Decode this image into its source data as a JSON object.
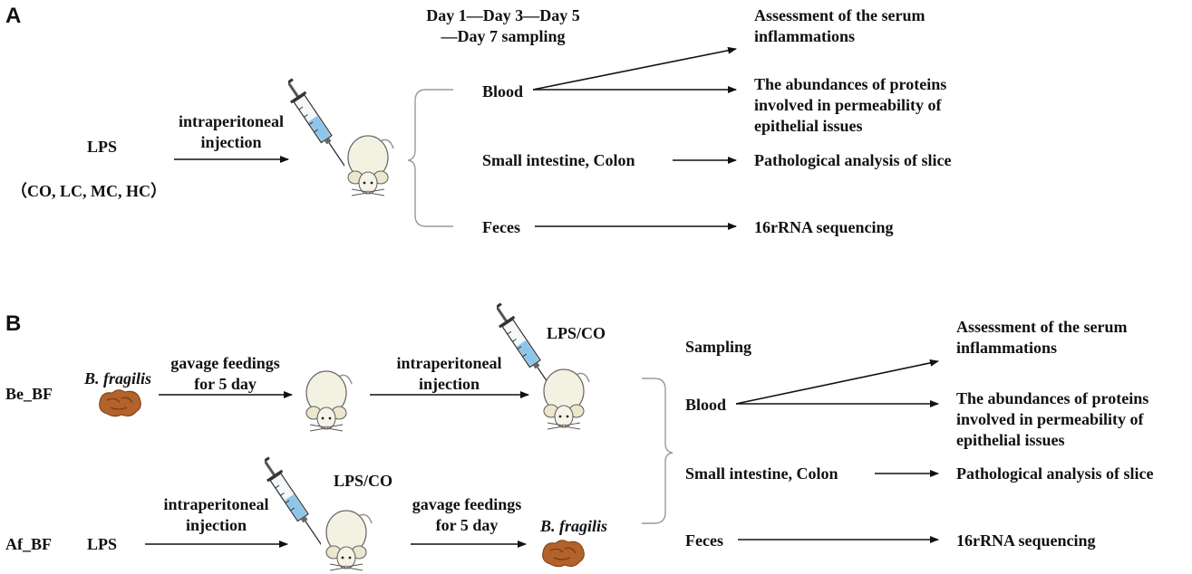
{
  "panelA": {
    "label": "A",
    "sampling_line1": "Day 1—Day 3—Day 5",
    "sampling_line2": "—Day 7 sampling",
    "treatment": "LPS",
    "groups": "（CO, LC, MC, HC）",
    "route_line1": "intraperitoneal",
    "route_line2": "injection",
    "samples": {
      "blood": "Blood",
      "intestine": "Small intestine, Colon",
      "feces": "Feces"
    },
    "outcomes": {
      "serum_line1": "Assessment of the serum",
      "serum_line2": "inflammations",
      "proteins_line1": "The abundances of proteins",
      "proteins_line2": "involved in permeability of",
      "proteins_line3": "epithelial issues",
      "pathology": "Pathological analysis of slice",
      "sequencing": "16rRNA sequencing"
    }
  },
  "panelB": {
    "label": "B",
    "group1": "Be_BF",
    "group2": "Af_BF",
    "bacteria": "B. fragilis",
    "gavage_line1": "gavage feedings",
    "gavage_line2": "for 5 day",
    "route_line1": "intraperitoneal",
    "route_line2": "injection",
    "lpsco": "LPS/CO",
    "lps": "LPS",
    "sampling": "Sampling",
    "samples": {
      "blood": "Blood",
      "intestine": "Small intestine, Colon",
      "feces": "Feces"
    },
    "outcomes": {
      "serum_line1": "Assessment of the serum",
      "serum_line2": "inflammations",
      "proteins_line1": "The abundances of proteins",
      "proteins_line2": "involved in permeability of",
      "proteins_line3": "epithelial issues",
      "pathology": "Pathological analysis of slice",
      "sequencing": "16rRNA sequencing"
    }
  },
  "icons": [
    "syringe-icon",
    "mouse-icon",
    "bacteria-icon"
  ]
}
